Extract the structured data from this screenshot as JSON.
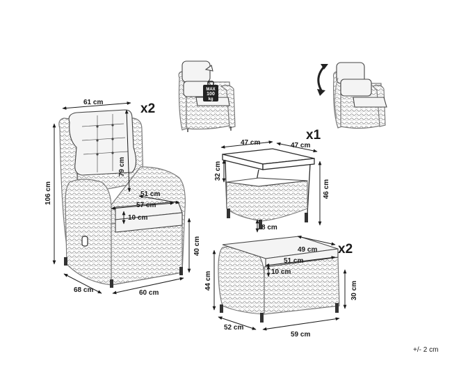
{
  "colors": {
    "ink": "#2a2a2a",
    "wicker": "#9a9a9a",
    "cushion": "#f4f4f4",
    "background": "#ffffff"
  },
  "icons": {
    "weight": "weight-icon",
    "recline": "recline-arrow-icon"
  },
  "chair": {
    "quantity": "x2",
    "width": "61 cm",
    "back_height": "79 cm",
    "total_height": "106 cm",
    "armrest_gap": "51 cm",
    "seat_width": "57 cm",
    "cushion_thickness": "10 cm",
    "seat_height": "40 cm",
    "depth": "68 cm",
    "base_width": "60 cm"
  },
  "weight_badge": {
    "line1": "MAX",
    "line2": "100",
    "line3": "kg"
  },
  "table": {
    "quantity": "x1",
    "width": "47 cm",
    "depth": "47 cm",
    "shelf_gap": "32 cm",
    "height": "46 cm",
    "foot_height": "8 cm"
  },
  "footstool": {
    "quantity": "x2",
    "cushion_depth": "49 cm",
    "cushion_width": "51 cm",
    "cushion_thickness": "10 cm",
    "height": "44 cm",
    "frame_height": "30 cm",
    "depth": "52 cm",
    "width": "59 cm"
  },
  "tolerance": "+/- 2 cm"
}
